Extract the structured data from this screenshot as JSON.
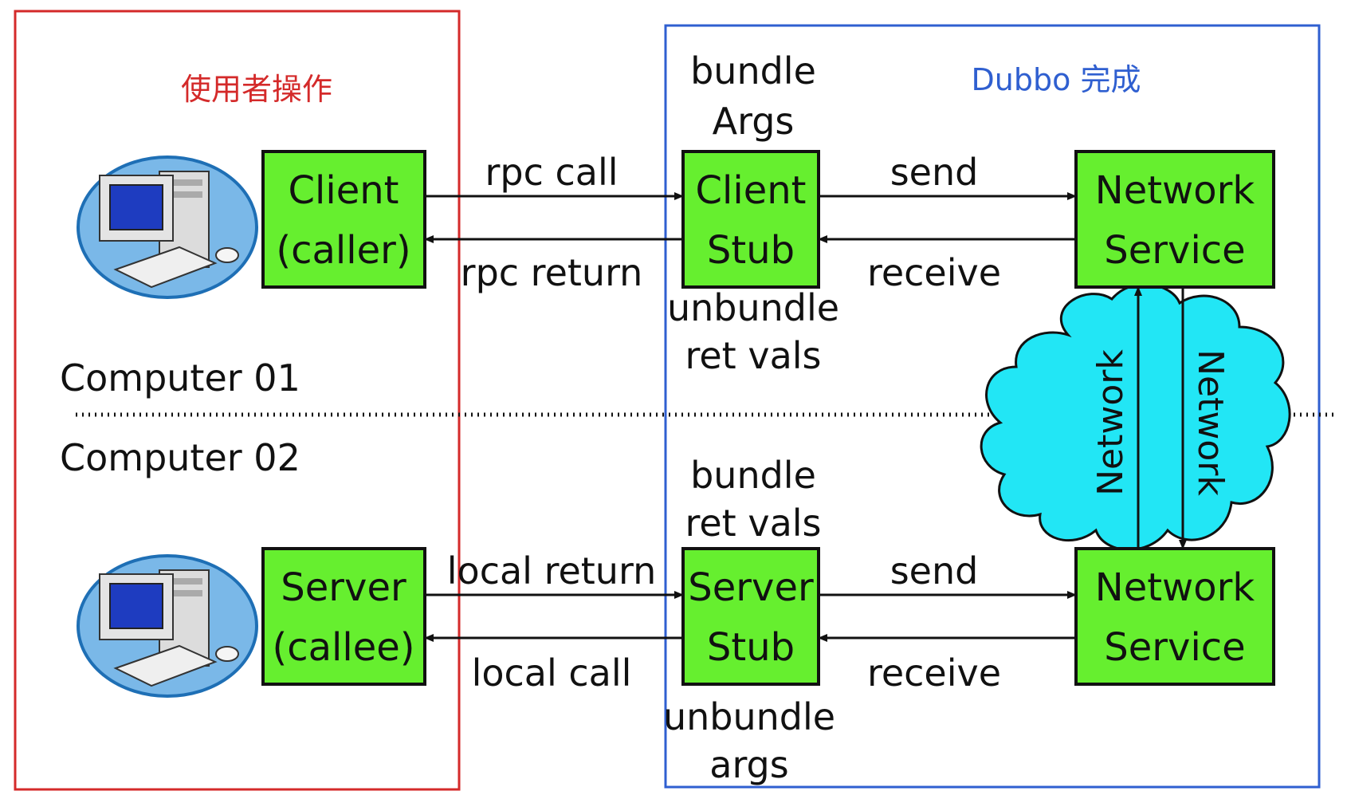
{
  "colors": {
    "user_region": "#d42a2a",
    "dubbo_region": "#2f5fd0",
    "node_fill": "#66ef2f",
    "cloud_fill": "#22e6f5",
    "stroke": "#111111"
  },
  "regions": {
    "user_label": "使用者操作",
    "dubbo_label": "Dubbo 完成"
  },
  "computers": {
    "top": "Computer 01",
    "bottom": "Computer 02"
  },
  "nodes": {
    "client": [
      "Client",
      "(caller)"
    ],
    "client_stub": [
      "Client",
      "Stub"
    ],
    "net_top": [
      "Network",
      "Service"
    ],
    "server": [
      "Server",
      "(callee)"
    ],
    "server_stub": [
      "Server",
      "Stub"
    ],
    "net_bottom": [
      "Network",
      "Service"
    ]
  },
  "edges": {
    "rpc_call": "rpc call",
    "rpc_return": "rpc return",
    "send_top": "send",
    "receive_top": "receive",
    "local_return": "local return",
    "local_call": "local call",
    "send_bottom": "send",
    "receive_bottom": "receive",
    "network_up": "Network",
    "network_down": "Network"
  },
  "annotations": {
    "bundle_args": [
      "bundle",
      "Args"
    ],
    "unbundle_ret_vals": [
      "unbundle",
      "ret vals"
    ],
    "bundle_ret_vals": [
      "bundle",
      "ret vals"
    ],
    "unbundle_args": [
      "unbundle",
      "args"
    ]
  },
  "icons": {
    "computer_top": "desktop-computer-icon",
    "computer_bottom": "desktop-computer-icon",
    "cloud": "network-cloud-icon"
  }
}
